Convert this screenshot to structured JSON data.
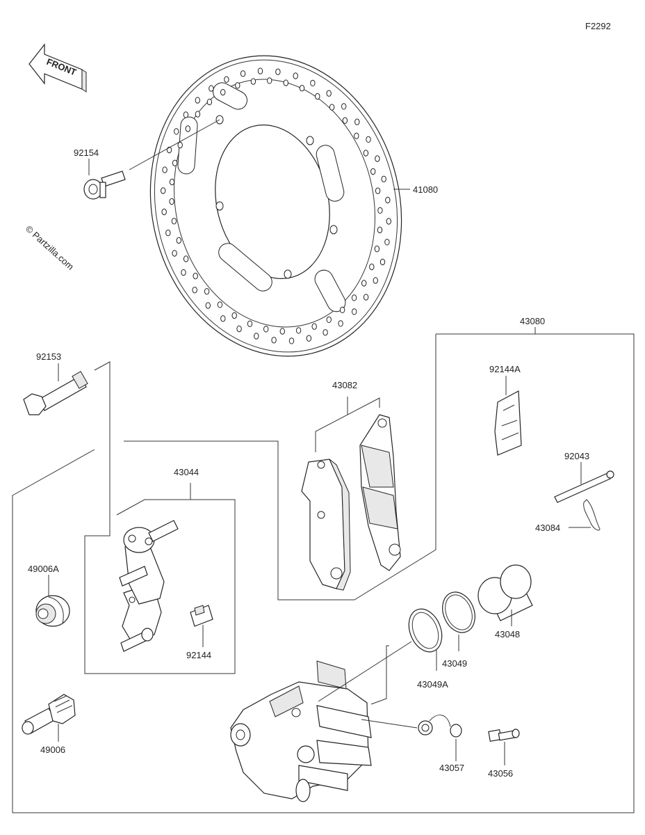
{
  "figure_code": "F2292",
  "front_label": "FRONT",
  "watermark": "© Partzilla.com",
  "labels": {
    "p92154": "92154",
    "p41080": "41080",
    "p43080": "43080",
    "p92153": "92153",
    "p43082": "43082",
    "p92144A": "92144A",
    "p92043": "92043",
    "p43084": "43084",
    "p43044": "43044",
    "p49006A": "49006A",
    "p92144": "92144",
    "p43048": "43048",
    "p43049": "43049",
    "p43049A": "43049A",
    "p49006": "49006",
    "p43057": "43057",
    "p43056": "43056"
  }
}
